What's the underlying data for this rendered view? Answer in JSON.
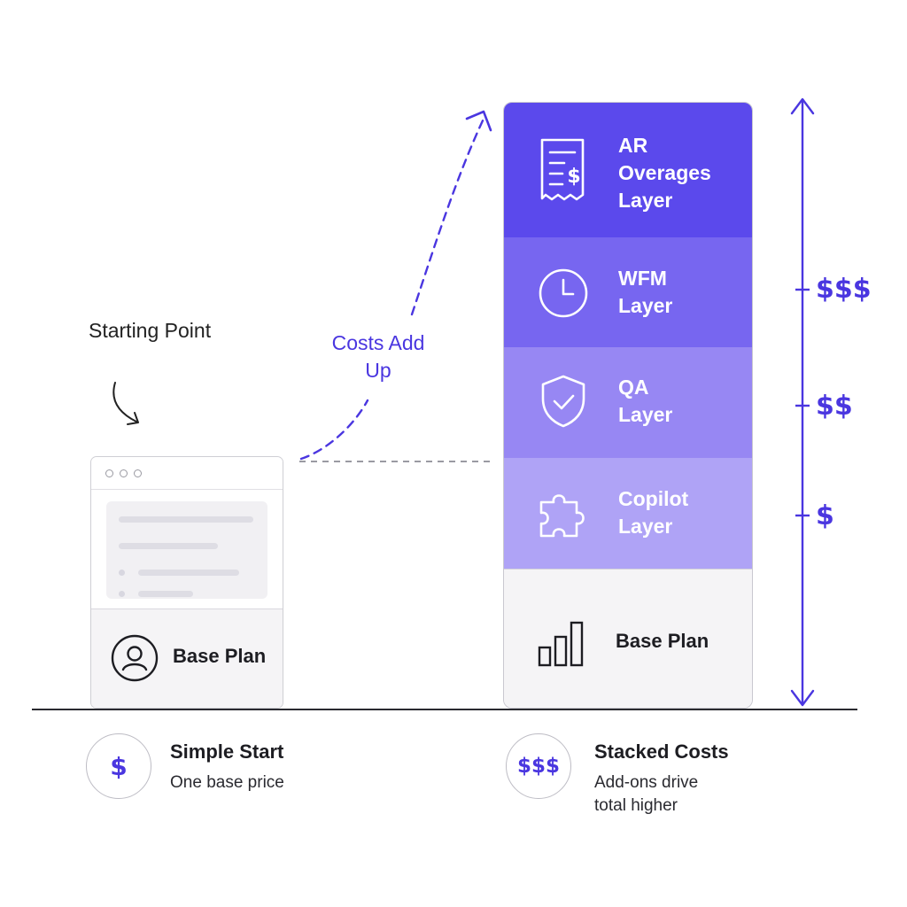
{
  "annotations": {
    "starting_point": "Starting Point",
    "costs_add_up": "Costs Add Up"
  },
  "left_card": {
    "label": "Base Plan",
    "icon": "user-circle-icon"
  },
  "stack": {
    "layers": [
      {
        "label": "AR Overages Layer",
        "icon": "receipt-icon",
        "color": "#5b49ec"
      },
      {
        "label": "WFM Layer",
        "icon": "clock-icon",
        "color": "#7766f0"
      },
      {
        "label": "QA Layer",
        "icon": "shield-check-icon",
        "color": "#9787f3"
      },
      {
        "label": "Copilot Layer",
        "icon": "puzzle-icon",
        "color": "#afa3f6"
      }
    ],
    "base": {
      "label": "Base Plan",
      "icon": "bar-chart-icon"
    }
  },
  "price_scale": {
    "ticks": [
      "$",
      "$$",
      "$$$"
    ]
  },
  "legend": {
    "left": {
      "badge": "$",
      "title": "Simple Start",
      "desc": "One base price"
    },
    "right": {
      "badge": "$$$",
      "title": "Stacked Costs",
      "desc": "Add-ons drive total higher"
    }
  },
  "colors": {
    "accent": "#4a36e0",
    "base_fill": "#f5f4f6"
  }
}
